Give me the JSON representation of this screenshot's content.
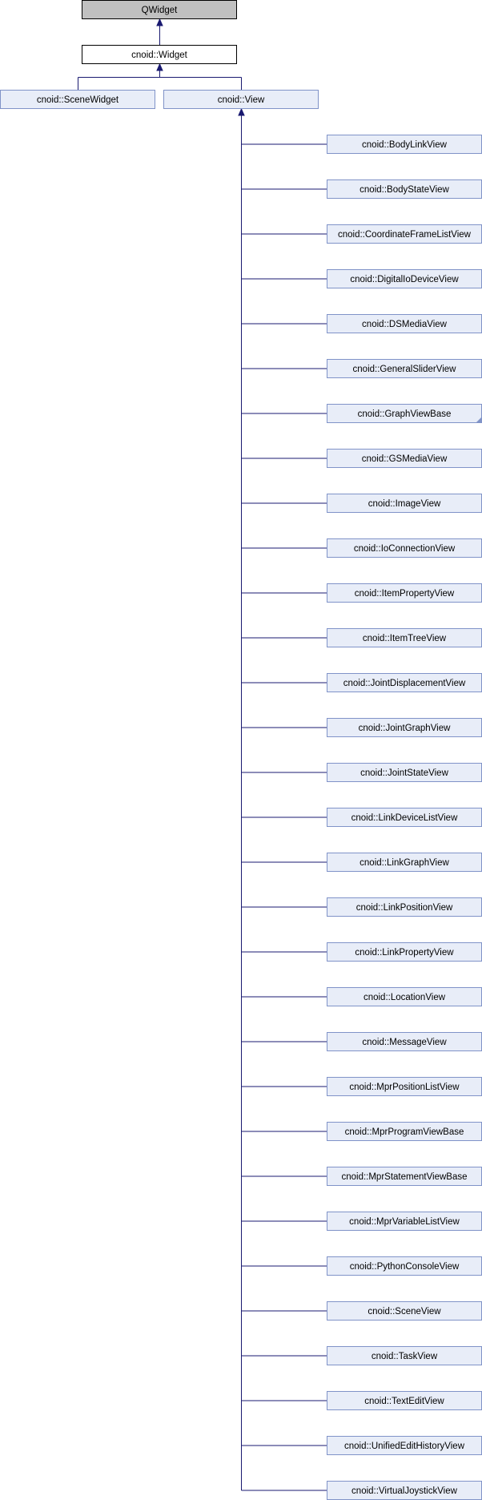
{
  "diagram": {
    "root": {
      "id": "qwidget",
      "label": "QWidget"
    },
    "widget": {
      "id": "widget",
      "label": "cnoid::Widget"
    },
    "widget_children": [
      {
        "id": "scene-widget",
        "label": "cnoid::SceneWidget"
      },
      {
        "id": "view",
        "label": "cnoid::View"
      }
    ],
    "view_children": [
      {
        "id": "body-link-view",
        "label": "cnoid::BodyLinkView"
      },
      {
        "id": "body-state-view",
        "label": "cnoid::BodyStateView"
      },
      {
        "id": "coordinate-frame-list-view",
        "label": "cnoid::CoordinateFrameListView"
      },
      {
        "id": "digital-io-device-view",
        "label": "cnoid::DigitalIoDeviceView"
      },
      {
        "id": "ds-media-view",
        "label": "cnoid::DSMediaView"
      },
      {
        "id": "general-slider-view",
        "label": "cnoid::GeneralSliderView"
      },
      {
        "id": "graph-view-base",
        "label": "cnoid::GraphViewBase",
        "has_more": true
      },
      {
        "id": "gs-media-view",
        "label": "cnoid::GSMediaView"
      },
      {
        "id": "image-view",
        "label": "cnoid::ImageView"
      },
      {
        "id": "io-connection-view",
        "label": "cnoid::IoConnectionView"
      },
      {
        "id": "item-property-view",
        "label": "cnoid::ItemPropertyView"
      },
      {
        "id": "item-tree-view",
        "label": "cnoid::ItemTreeView"
      },
      {
        "id": "joint-displacement-view",
        "label": "cnoid::JointDisplacementView"
      },
      {
        "id": "joint-graph-view",
        "label": "cnoid::JointGraphView"
      },
      {
        "id": "joint-state-view",
        "label": "cnoid::JointStateView"
      },
      {
        "id": "link-device-list-view",
        "label": "cnoid::LinkDeviceListView"
      },
      {
        "id": "link-graph-view",
        "label": "cnoid::LinkGraphView"
      },
      {
        "id": "link-position-view",
        "label": "cnoid::LinkPositionView"
      },
      {
        "id": "link-property-view",
        "label": "cnoid::LinkPropertyView"
      },
      {
        "id": "location-view",
        "label": "cnoid::LocationView"
      },
      {
        "id": "message-view",
        "label": "cnoid::MessageView"
      },
      {
        "id": "mpr-position-list-view",
        "label": "cnoid::MprPositionListView"
      },
      {
        "id": "mpr-program-view-base",
        "label": "cnoid::MprProgramViewBase"
      },
      {
        "id": "mpr-statement-view-base",
        "label": "cnoid::MprStatementViewBase"
      },
      {
        "id": "mpr-variable-list-view",
        "label": "cnoid::MprVariableListView"
      },
      {
        "id": "python-console-view",
        "label": "cnoid::PythonConsoleView"
      },
      {
        "id": "scene-view",
        "label": "cnoid::SceneView"
      },
      {
        "id": "task-view",
        "label": "cnoid::TaskView"
      },
      {
        "id": "text-edit-view",
        "label": "cnoid::TextEditView"
      },
      {
        "id": "unified-edit-history-view",
        "label": "cnoid::UnifiedEditHistoryView"
      },
      {
        "id": "virtual-joystick-view",
        "label": "cnoid::VirtualJoystickView"
      }
    ]
  }
}
